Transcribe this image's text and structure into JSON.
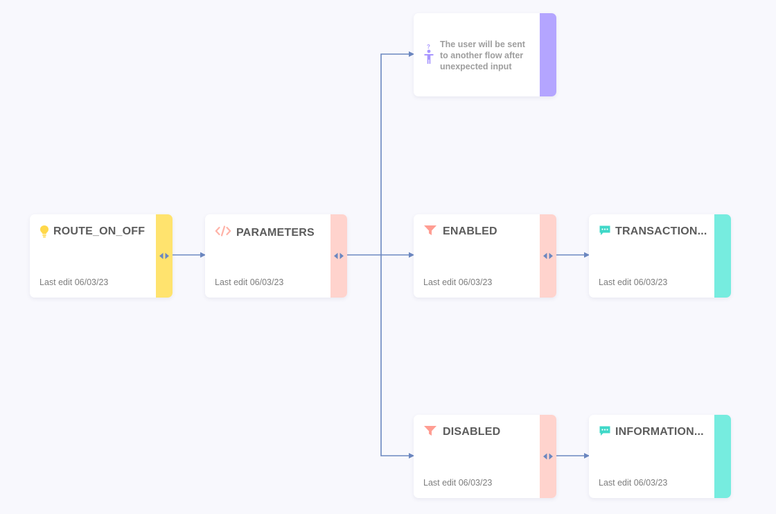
{
  "colors": {
    "background": "#f8f8fd",
    "connector": "#6b87c0",
    "yellow_accent": "#ffe36e",
    "salmon_accent": "#ffd3cd",
    "teal_accent": "#76ecdf",
    "purple_accent": "#b4a5ff",
    "bulb_icon": "#ffd84a",
    "code_icon": "#ffb3a8",
    "filter_icon": "#ff9d92",
    "chat_icon": "#3fd8c8",
    "person_icon": "#a896ff"
  },
  "nodes": {
    "route_on_off": {
      "title": "ROUTE_ON_OFF",
      "last_edit": "Last edit 06/03/23",
      "icon": "lightbulb-icon"
    },
    "parameters": {
      "title": "PARAMETERS",
      "last_edit": "Last edit 06/03/23",
      "icon": "code-icon"
    },
    "enabled": {
      "title": "ENABLED",
      "last_edit": "Last edit 06/03/23",
      "icon": "filter-icon"
    },
    "disabled": {
      "title": "DISABLED",
      "last_edit": "Last edit 06/03/23",
      "icon": "filter-icon"
    },
    "transaction": {
      "title": "TRANSACTION...",
      "last_edit": "Last edit 06/03/23",
      "icon": "chat-icon"
    },
    "information": {
      "title": "INFORMATION...",
      "last_edit": "Last edit 06/03/23",
      "icon": "chat-icon"
    },
    "fallback_note": {
      "message": "The user will be sent to another flow after unexpected input",
      "icon": "confused-person-icon"
    }
  }
}
